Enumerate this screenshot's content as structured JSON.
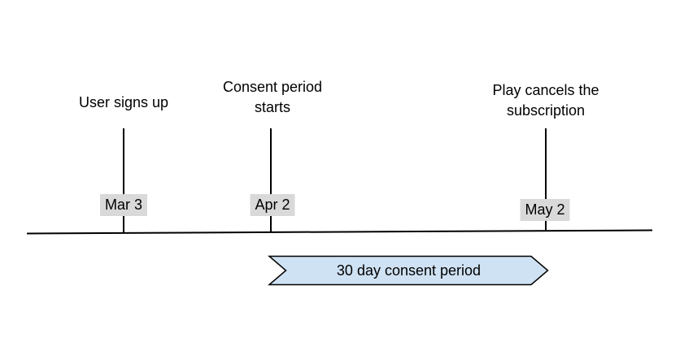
{
  "diagram": {
    "events": [
      {
        "label": "User signs up",
        "date": "Mar 3"
      },
      {
        "label": "Consent period starts",
        "date": "Apr 2"
      },
      {
        "label": "Play cancels the subscription",
        "date": "May 2"
      }
    ],
    "banner": {
      "label": "30 day consent period"
    }
  },
  "colors": {
    "background": "#ffffff",
    "text": "#000000",
    "line": "#000000",
    "date_chip_bg": "#d9d9d9",
    "banner_fill": "#cfe2f3"
  }
}
